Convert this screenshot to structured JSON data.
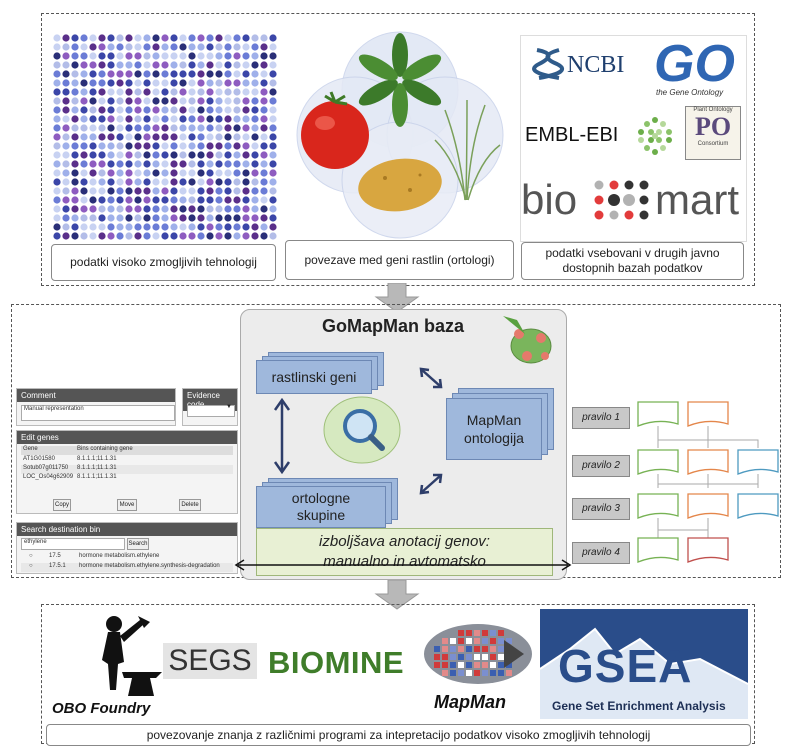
{
  "top": {
    "caption_left": "podatki visoko zmogljivih tehnologij",
    "caption_mid": "povezave med geni rastlin (ortologi)",
    "caption_right": "podatki vsebovani v drugih javno dostopnih bazah podatkov",
    "logos": {
      "ncbi": "NCBI",
      "go": "GO",
      "go_sub": "the Gene Ontology",
      "embl": "EMBL-EBI",
      "po": "PO",
      "po_top": "Plant Ontology",
      "po_sub": "Consortium",
      "bio": "bio",
      "mart": "mart"
    }
  },
  "middle": {
    "title": "GoMapMan baza",
    "node_genes": "rastlinski geni",
    "node_orthologs": "ortologne skupine",
    "node_mapman": "MapMan ontologija",
    "banner": "izboljšava anotacij genov: manualno in avtomatsko",
    "left_ui": {
      "comment_header": "Comment",
      "comment_value": "Manual representation",
      "evidence_header": "Evidence code",
      "edit_header": "Edit genes",
      "col_gene": "Gene",
      "col_bins": "Bins containing gene",
      "rows": [
        {
          "gene": "AT1G01580",
          "bins": "8.1.1.1;11.1.31"
        },
        {
          "gene": "Sotub07g011750",
          "bins": "8.1.1.1;11.1.31"
        },
        {
          "gene": "LOC_Os04g62909",
          "bins": "8.1.1.1;11.1.31"
        }
      ],
      "btn_copy": "Copy",
      "btn_move": "Move",
      "btn_delete": "Delete",
      "search_header": "Search destination bin",
      "search_value": "ethylene",
      "search_btn": "Search",
      "results": [
        {
          "id": "17.5",
          "name": "hormone metabolism.ethylene"
        },
        {
          "id": "17.5.1",
          "name": "hormone metabolism.ethylene.synthesis-degradation"
        }
      ]
    },
    "rules": [
      "pravilo 1",
      "pravilo 2",
      "pravilo 3",
      "pravilo 4"
    ],
    "colors": {
      "green": "#77b254",
      "orange": "#e4864a",
      "blue": "#4e9ac0",
      "red": "#c0504d",
      "card": "#9fb8dc",
      "banner": "#e8f0d4"
    }
  },
  "bottom": {
    "caption": "povezovanje znanja z različnimi programi za intepretacijo podatkov visoko zmogljivih tehnologij",
    "logos": {
      "obo": "OBO Foundry",
      "segs": "SEGS",
      "biomine": "BIOMINE",
      "mapman": "MapMan",
      "gsea": "GSEA",
      "gsea_sub": "Gene Set Enrichment Analysis"
    }
  }
}
